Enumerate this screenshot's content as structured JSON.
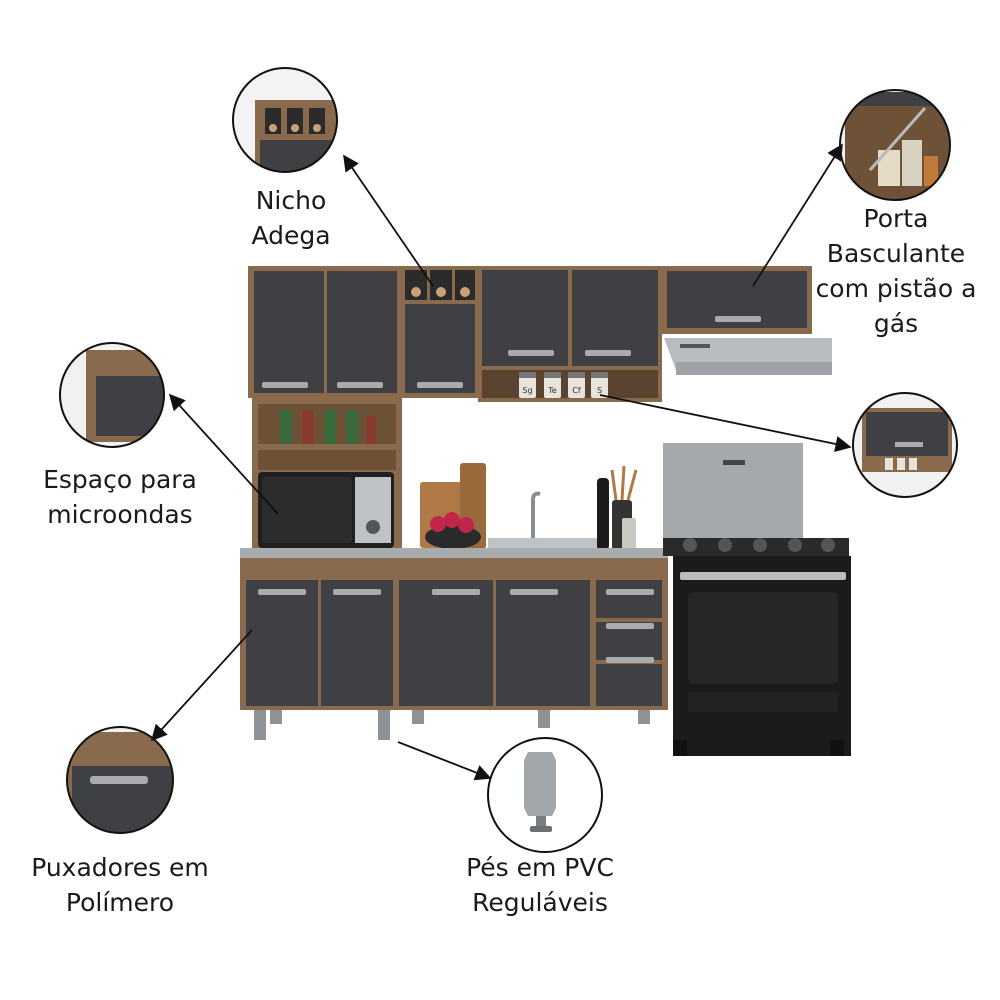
{
  "callouts": {
    "nicho": {
      "line1": "Nicho",
      "line2": "Adega"
    },
    "porta": {
      "line1": "Porta",
      "line2": "Basculante",
      "line3": "com pistão a",
      "line4": "gás"
    },
    "microondas": {
      "line1": "Espaço para",
      "line2": "microondas"
    },
    "puxadores": {
      "line1": "Puxadores em",
      "line2": "Polímero"
    },
    "pes": {
      "line1": "Pés em PVC",
      "line2": "Reguláveis"
    }
  },
  "spice_jars": [
    "Sg",
    "Te",
    "Cf",
    "S"
  ],
  "colors": {
    "wood": "#8a6a4c",
    "wood_dark": "#6e5238",
    "door_graphite": "#3e4043",
    "handle": "#a9abad",
    "stove": "#1b1b1b",
    "steel": "#b9bcbf"
  }
}
